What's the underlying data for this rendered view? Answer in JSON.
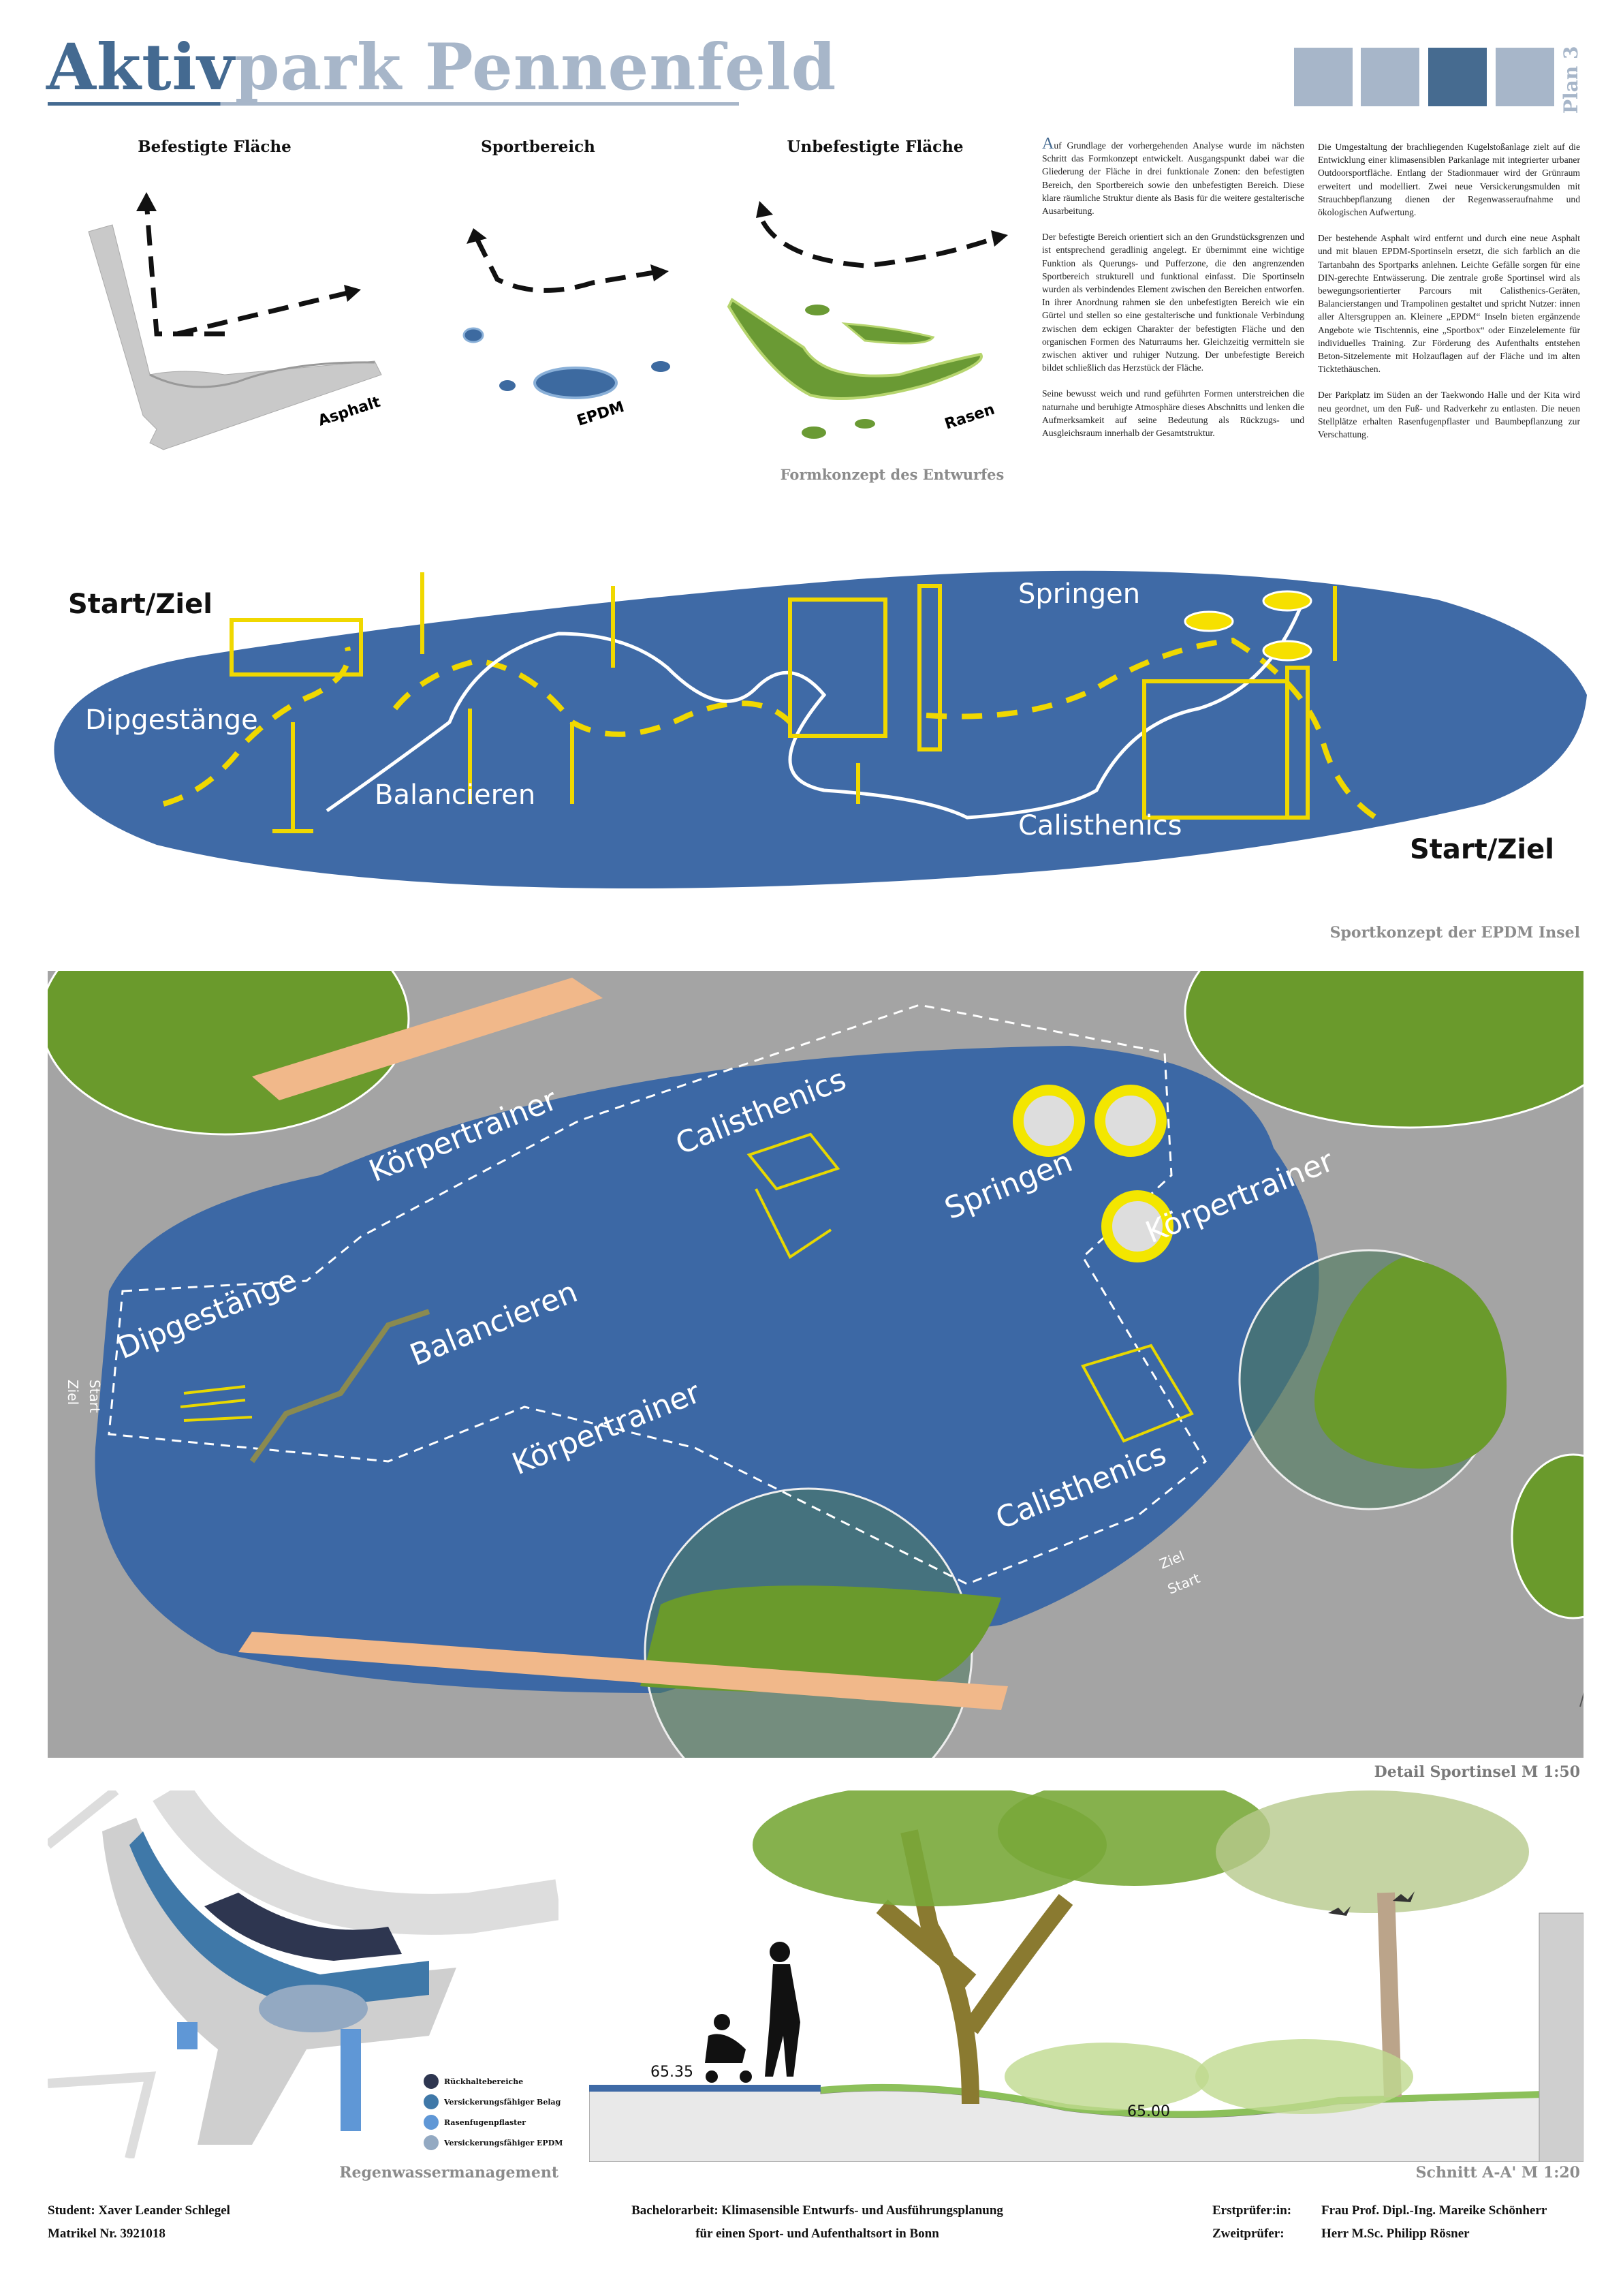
{
  "header": {
    "title_part1": "Aktiv",
    "title_part2": "park Pennenfeld",
    "plan_label": "Plan 3",
    "squares": [
      "#a7b6c9",
      "#a7b6c9",
      "#466b90",
      "#a7b6c9"
    ]
  },
  "formkonzept": {
    "diagrams": [
      {
        "title": "Befestigte Fläche",
        "label": "Asphalt"
      },
      {
        "title": "Sportbereich",
        "label": "EPDM"
      },
      {
        "title": "Unbefestigte Fläche",
        "label": "Rasen"
      }
    ],
    "caption": "Formkonzept des Entwurfes"
  },
  "text": {
    "col1": [
      {
        "drop": "A",
        "rest": "uf Grundlage der vorhergehenden Analyse wurde im nächsten Schritt das Formkonzept entwickelt. Ausgangspunkt dabei war die Gliederung der Fläche in drei funktionale Zonen: den befestigten Bereich, den Sportbereich sowie den unbefestigten Bereich. Diese klare räumliche Struktur diente als Basis für die weitere gestalterische Ausarbeitung."
      },
      {
        "text": "Der befestigte Bereich orientiert sich an den Grundstücksgrenzen und ist entsprechend geradlinig angelegt. Er übernimmt eine wichtige Funktion als Querungs- und Pufferzone, die den angrenzenden Sportbereich strukturell und funktional einfasst. Die Sportinseln wurden als verbindendes Element zwischen den Bereichen entworfen. In ihrer Anordnung rahmen sie den unbefestigten Bereich wie ein Gürtel und stellen so eine gestalterische und funktionale Verbindung zwischen dem eckigen Charakter der befestigten Fläche und den organischen Formen des Naturraums her. Gleichzeitig vermitteln sie zwischen aktiver und ruhiger Nutzung. Der unbefestigte Bereich bildet schließlich das Herzstück der Fläche."
      },
      {
        "text": "Seine bewusst weich und rund geführten Formen unterstreichen die naturnahe und beruhigte Atmosphäre dieses Abschnitts und lenken die Aufmerksamkeit auf seine Bedeutung als Rückzugs- und Ausgleichsraum innerhalb der Gesamtstruktur."
      }
    ],
    "col2": [
      {
        "text": "Die Umgestaltung der brachliegenden Kugelstoßanlage zielt auf die Entwicklung einer klimasensiblen Parkanlage mit integrierter urbaner Outdoorsportfläche. Entlang der Stadionmauer wird der Grünraum erweitert und modelliert. Zwei neue Versickerungsmulden mit Strauchbepflanzung dienen der Regenwasseraufnahme und ökologischen Aufwertung."
      },
      {
        "text": "Der bestehende Asphalt wird entfernt und durch eine neue Asphalt und mit blauen EPDM-Sportinseln ersetzt, die sich farblich an die Tartanbahn des Sportparks anlehnen. Leichte Gefälle sorgen für eine DIN-gerechte Entwässerung. Die zentrale große Sportinsel wird als bewegungsorientierter Parcours mit Calisthenics-Geräten, Balancierstangen und Trampolinen gestaltet und spricht Nutzer: innen aller Altersgruppen an. Kleinere „EPDM“ Inseln bieten ergänzende Angebote wie Tischtennis, eine „Sportbox“ oder Einzelelemente für individuelles Training. Zur Förderung des Aufenthalts entstehen Beton-Sitzelemente mit Holzauflagen auf der Fläche und im alten Ticktethäuschen."
      },
      {
        "text": "Der Parkplatz im Süden an der Taekwondo Halle und der Kita wird neu geordnet, um den Fuß- und Radverkehr zu entlasten. Die neuen Stellplätze erhalten Rasenfugenpflaster und Baumbepflanzung zur Verschattung."
      }
    ]
  },
  "sportkonzept": {
    "labels": {
      "start_left": "Start/Ziel",
      "start_right": "Start/Ziel",
      "dip": "Dipgestänge",
      "bal": "Balancieren",
      "cal1": "Calisthenics",
      "spring": "Springen",
      "cal2": "Calisthenics"
    },
    "caption": "Sportkonzept der EPDM Insel"
  },
  "detail": {
    "labels": {
      "koerper1": "Körpertrainer",
      "cal1": "Calisthenics",
      "springen": "Springen",
      "koerper2": "Körpertrainer",
      "dip": "Dipgestänge",
      "bal": "Balancieren",
      "koerper3": "Körpertrainer",
      "cal2": "Calisthenics",
      "start": "Start",
      "ziel": "Ziel",
      "north": "N"
    },
    "caption": "Detail Sportinsel M 1:50"
  },
  "regen": {
    "legend": [
      {
        "label": "Rückhaltebereiche",
        "color": "#2e3650"
      },
      {
        "label": "Versickerungsfähiger Belag",
        "color": "#3f78a8"
      },
      {
        "label": "Rasenfugenpflaster",
        "color": "#5f97d6"
      },
      {
        "label": "Versickerungsfähiger EPDM",
        "color": "#93a9c2"
      }
    ],
    "caption": "Regenwassermanagement"
  },
  "schnitt": {
    "level_high": "65.35",
    "level_low": "65.00",
    "caption": "Schnitt A-A' M 1:20"
  },
  "footer": {
    "student": "Student: Xaver Leander Schlegel",
    "matrikel": "Matrikel Nr. 3921018",
    "thesis_line1": "Bachelorarbeit: Klimasensible Entwurfs- und Ausführungsplanung",
    "thesis_line2": "für einen Sport- und Aufenthaltsort in Bonn",
    "examiner1_label": "Erstprüfer:in:",
    "examiner1": "Frau Prof. Dipl.-Ing. Mareike Schönherr",
    "examiner2_label": "Zweitprüfer:",
    "examiner2": "Herr M.Sc. Philipp Rösner"
  }
}
